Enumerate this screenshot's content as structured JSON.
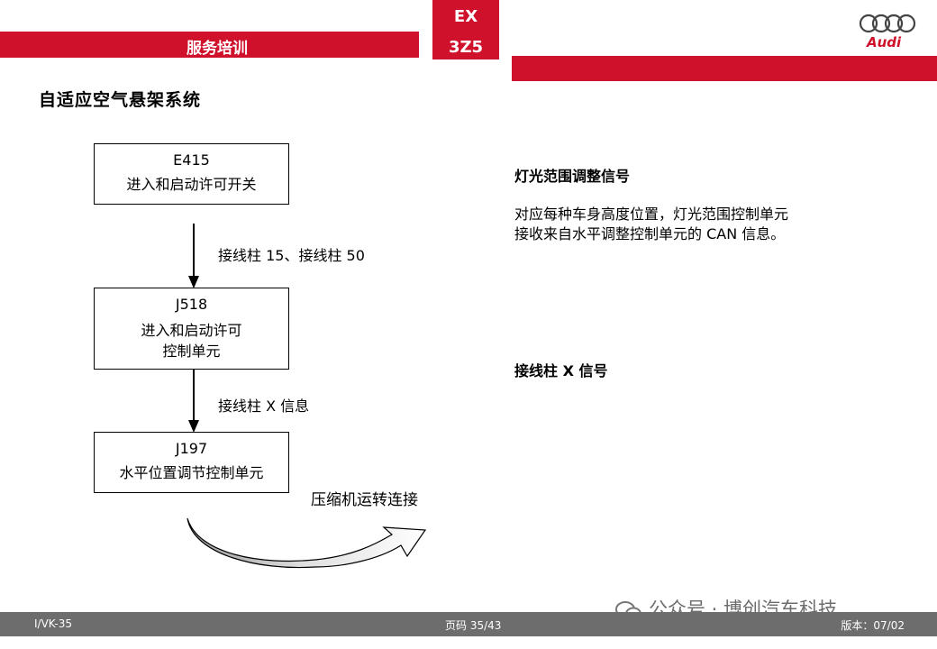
{
  "header": {
    "title": "服务培训",
    "code_line1": "EX",
    "code_line2": "3Z5",
    "brand": "Audi"
  },
  "page": {
    "title": "自适应空气悬架系统"
  },
  "diagram": {
    "box1": {
      "line1": "E415",
      "line2": "进入和启动许可开关"
    },
    "conn1": "接线柱 15、接线柱 50",
    "box2": {
      "line1": "J518",
      "line2": "进入和启动许可",
      "line3": "控制单元"
    },
    "conn2": "接线柱 X 信息",
    "box3": {
      "line1": "J197",
      "line2": "水平位置调节控制单元"
    },
    "output": "压缩机运转连接"
  },
  "right": {
    "title1": "灯光范围调整信号",
    "desc_line1": "对应每种车身高度位置，灯光范围控制单元",
    "desc_line2": "接收来自水平调整控制单元的 CAN 信息。",
    "title2": "接线柱 X 信号"
  },
  "footer": {
    "left": "I/VK-35",
    "middle": "页码 35/43",
    "right": "版本：07/02"
  },
  "watermark": "公众号 · 博创汽车科技"
}
